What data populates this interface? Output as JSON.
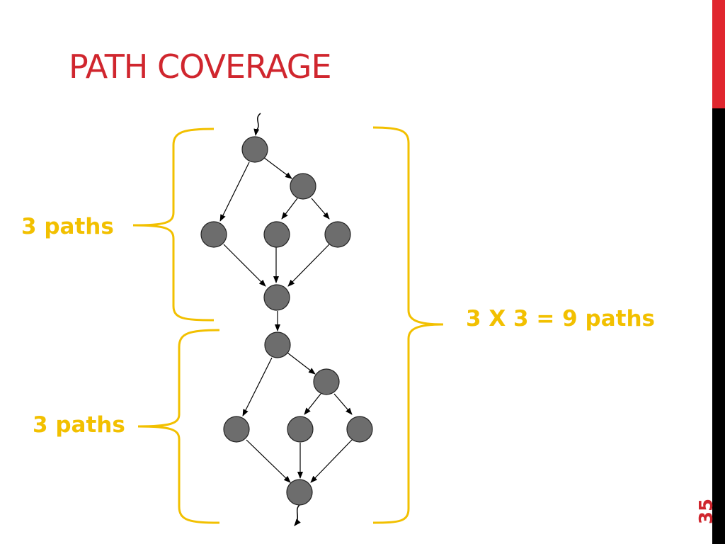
{
  "slide": {
    "title": "PATH COVERAGE",
    "number": "35"
  },
  "labels": {
    "top_paths": "3 paths",
    "bottom_paths": "3 paths",
    "total_paths": "3 X 3 = 9 paths"
  },
  "colors": {
    "title": "#d0262e",
    "label": "#f2c000",
    "node_fill": "#6d6d6d",
    "node_stroke": "#222222",
    "brace": "#f2c000",
    "accent_bar_top": "#e0262e",
    "accent_bar_bottom": "#000000"
  }
}
